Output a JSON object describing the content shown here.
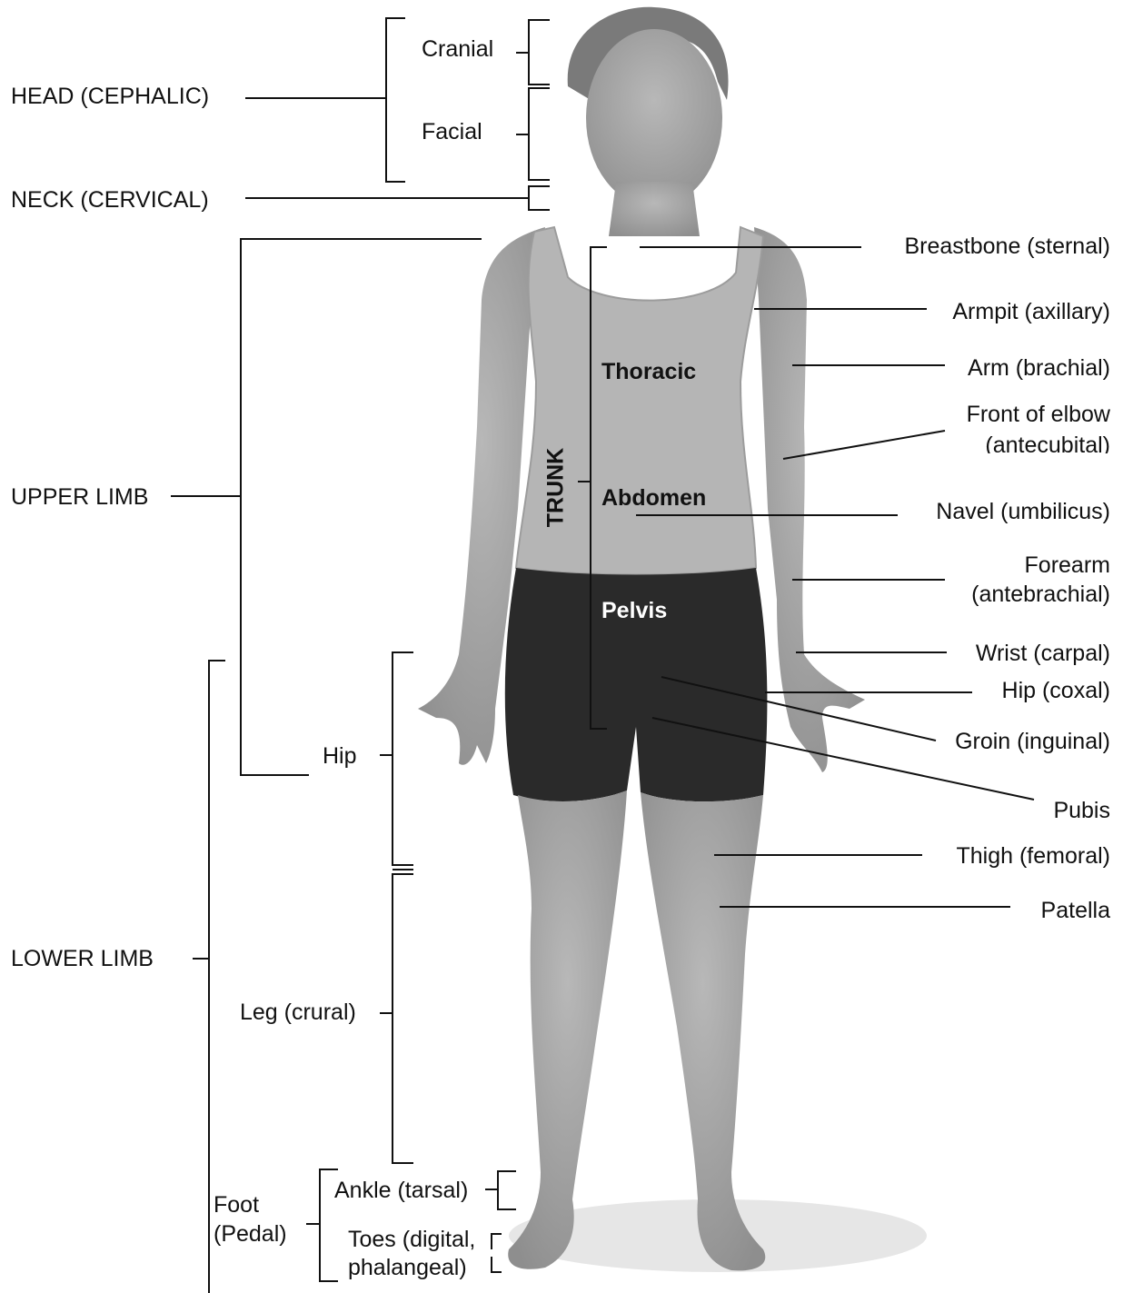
{
  "colors": {
    "text": "#111111",
    "leader_lines": "#111111",
    "figure_skin": "#a8a8a8",
    "figure_top": "#b5b5b5",
    "figure_shorts": "#2a2a2a",
    "background": "#ffffff"
  },
  "left_labels": {
    "head": "HEAD (CEPHALIC)",
    "neck": "NECK (CERVICAL)",
    "upper_limb": "UPPER LIMB",
    "lower_limb": "LOWER LIMB"
  },
  "sub_labels": {
    "cranial": "Cranial",
    "facial": "Facial",
    "hip": "Hip",
    "leg": "Leg (crural)",
    "foot_line1": "Foot",
    "foot_line2": "(Pedal)",
    "ankle": "Ankle (tarsal)",
    "toes_line1": "Toes (digital,",
    "toes_line2": "phalangeal)"
  },
  "trunk_labels": {
    "trunk": "TRUNK",
    "thoracic": "Thoracic",
    "abdomen": "Abdomen",
    "pelvis": "Pelvis"
  },
  "right_labels": {
    "breastbone": "Breastbone (sternal)",
    "armpit": "Armpit (axillary)",
    "arm": "Arm (brachial)",
    "elbow_line1": "Front of elbow",
    "elbow_line2": "(antecubital)",
    "navel": "Navel (umbilicus)",
    "forearm_line1": "Forearm",
    "forearm_line2": "(antebrachial)",
    "wrist": "Wrist (carpal)",
    "hip": "Hip (coxal)",
    "groin": "Groin (inguinal)",
    "pubis": "Pubis",
    "thigh": "Thigh (femoral)",
    "patella": "Patella"
  }
}
